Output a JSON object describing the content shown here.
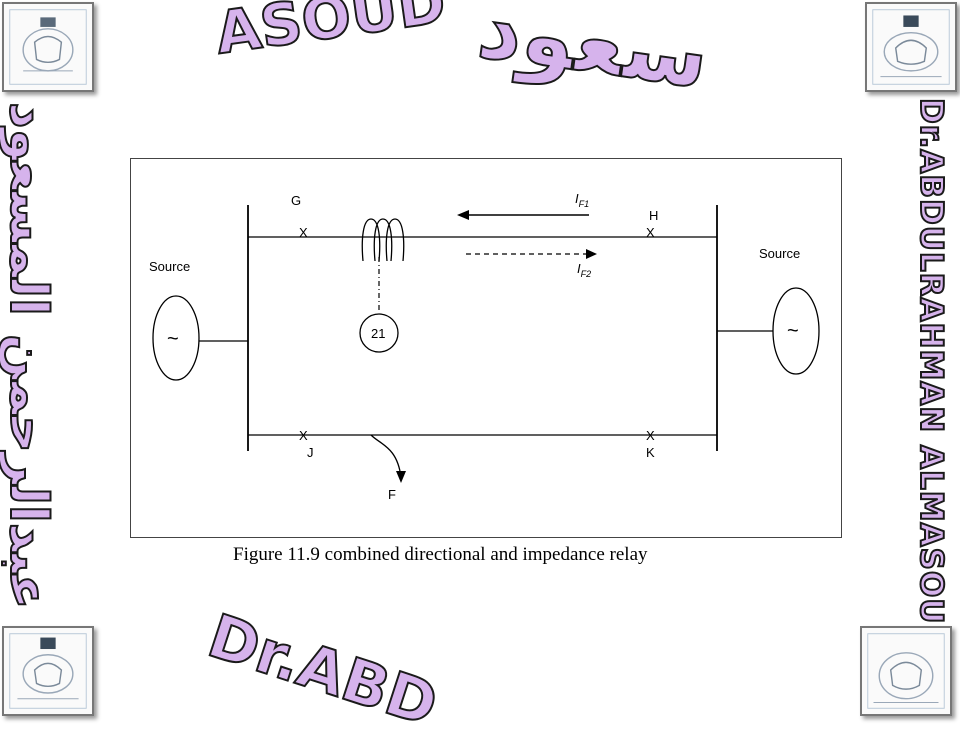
{
  "watermark": {
    "top_latin": "ASOUD",
    "top_arabic": "سعود",
    "right": "Dr.ABDULRAHMAN ALMASOUD",
    "left": "د. عبدالرحمن المسعود",
    "bottom": "Dr.ABD"
  },
  "diagram": {
    "source_left_label": "Source",
    "source_right_label": "Source",
    "source_symbol": "~",
    "bus_g": "G",
    "bus_h": "H",
    "bus_j": "J",
    "bus_k": "K",
    "breaker_mark": "X",
    "relay_label": "21",
    "current_1_main": "I",
    "current_1_sub": "F1",
    "current_2_main": "I",
    "current_2_sub": "F2",
    "fault_label": "F"
  },
  "caption": "Figure 11.9 combined directional and impedance relay",
  "colors": {
    "watermark_fill": "#d6b3ec",
    "watermark_stroke": "#1a1a1a"
  }
}
